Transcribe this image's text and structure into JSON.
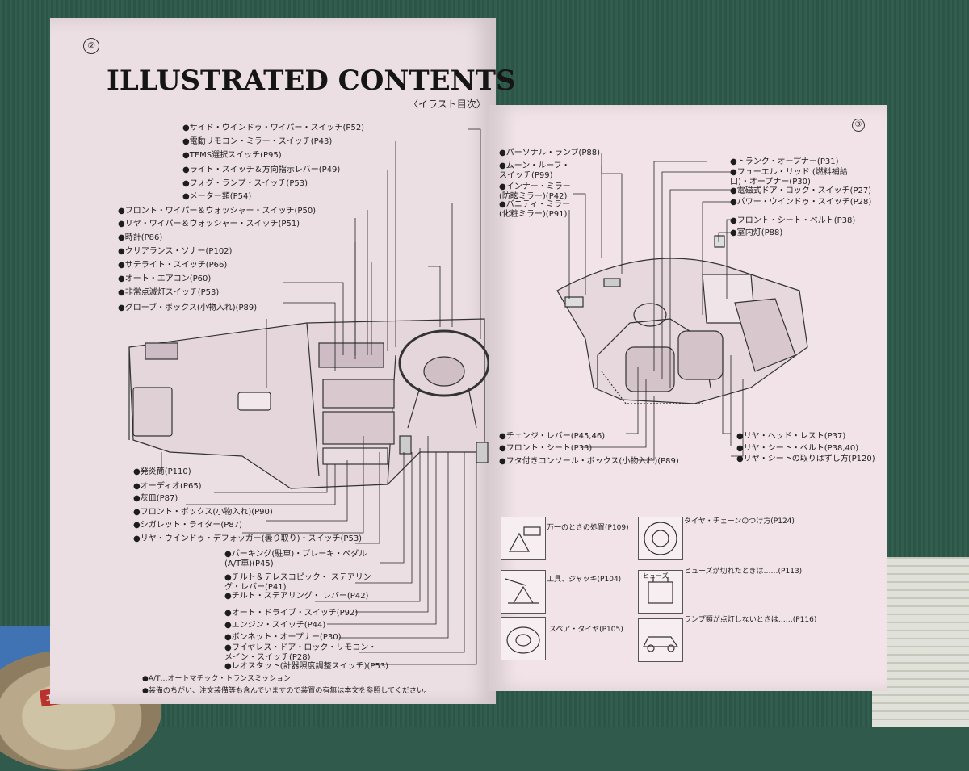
{
  "left_page": {
    "page_number": "②",
    "title": "ILLUSTRATED CONTENTS",
    "subtitle": "〈イラスト目次〉",
    "top_labels": [
      "●サイド・ウインドゥ・ワイパー・スイッチ(P52)",
      "●電動リモコン・ミラー・スイッチ(P43)",
      "●TEMS選択スイッチ(P95)",
      "●ライト・スイッチ＆方向指示レバー(P49)",
      "●フォグ・ランプ・スイッチ(P53)",
      "●メーター類(P54)",
      "●フロント・ワイパー＆ウォッシャー・スイッチ(P50)",
      "●リヤ・ワイパー＆ウォッシャー・スイッチ(P51)",
      "●時計(P86)",
      "●クリアランス・ソナー(P102)",
      "●サテライト・スイッチ(P66)",
      "●オート・エアコン(P60)",
      "●非常点滅灯スイッチ(P53)",
      "●グローブ・ボックス(小物入れ)(P89)"
    ],
    "bottom_labels": [
      "●発炎筒(P110)",
      "●オーディオ(P65)",
      "●灰皿(P87)",
      "●フロント・ボックス(小物入れ)(P90)",
      "●シガレット・ライター(P87)",
      "●リヤ・ウインドゥ・デフォッガー(曇り取り)・スイッチ(P53)",
      "●パーキング(駐車)・ブレーキ・ペダル (A/T車)(P45)",
      "●チルト＆テレスコピック・ ステアリング・レバー(P41)",
      "●チルト・ステアリング・ レバー(P42)",
      "●オート・ドライブ・スイッチ(P92)",
      "●エンジン・スイッチ(P44)",
      "●ボンネット・オープナー(P30)",
      "●ワイヤレス・ドア・ロック・リモコン・ メイン・スイッチ(P28)",
      "●レオスタット(計器照度調整スイッチ)(P53)"
    ],
    "footnotes": [
      "●A/T…オートマチック・トランスミッション",
      "●装備のちがい、注文装備等も含んでいますので装置の有無は本文を参照してください。"
    ]
  },
  "right_page": {
    "page_number": "③",
    "left_labels": [
      "●パーソナル・ランプ(P88)",
      "●ムーン・ルーフ・ スイッチ(P99)",
      "●インナー・ミラー (防眩ミラー)(P42)",
      "●バニティ・ミラー (化粧ミラー)(P91)"
    ],
    "right_labels": [
      "●トランク・オープナー(P31)",
      "●フューエル・リッド (燃料補給口)・オープナー(P30)",
      "●電磁式ドア・ロック・スイッチ(P27)",
      "●パワー・ウインドゥ・スイッチ(P28)",
      "●フロント・シート・ベルト(P38)",
      "●室内灯(P88)"
    ],
    "bottom_left_labels": [
      "●チェンジ・レバー(P45,46)",
      "●フロント・シート(P33)",
      "●フタ付きコンソール・ボックス(小物入れ)(P89)"
    ],
    "bottom_right_labels": [
      "●リヤ・ヘッド・レスト(P37)",
      "●リヤ・シート・ベルト(P38,40)",
      "●リヤ・シートの取りはずし方(P120)"
    ],
    "boxes": [
      {
        "label": "万一のときの処置(P109)",
        "icon": "warning-triangle-icon"
      },
      {
        "label": "タイヤ・チェーンのつけ方(P124)",
        "icon": "tire-chain-icon"
      },
      {
        "label": "工具、ジャッキ(P104)",
        "icon": "jack-tools-icon"
      },
      {
        "label": "ヒューズが切れたときは……(P113)",
        "icon": "fuse-icon",
        "badge": "ヒューズ"
      },
      {
        "label": "スペア・タイヤ(P105)",
        "icon": "spare-tire-icon"
      },
      {
        "label": "ランプ類が点灯しないときは……(P116)",
        "icon": "car-lamp-icon"
      }
    ]
  },
  "props": {
    "tape_label": "エースクロス"
  }
}
